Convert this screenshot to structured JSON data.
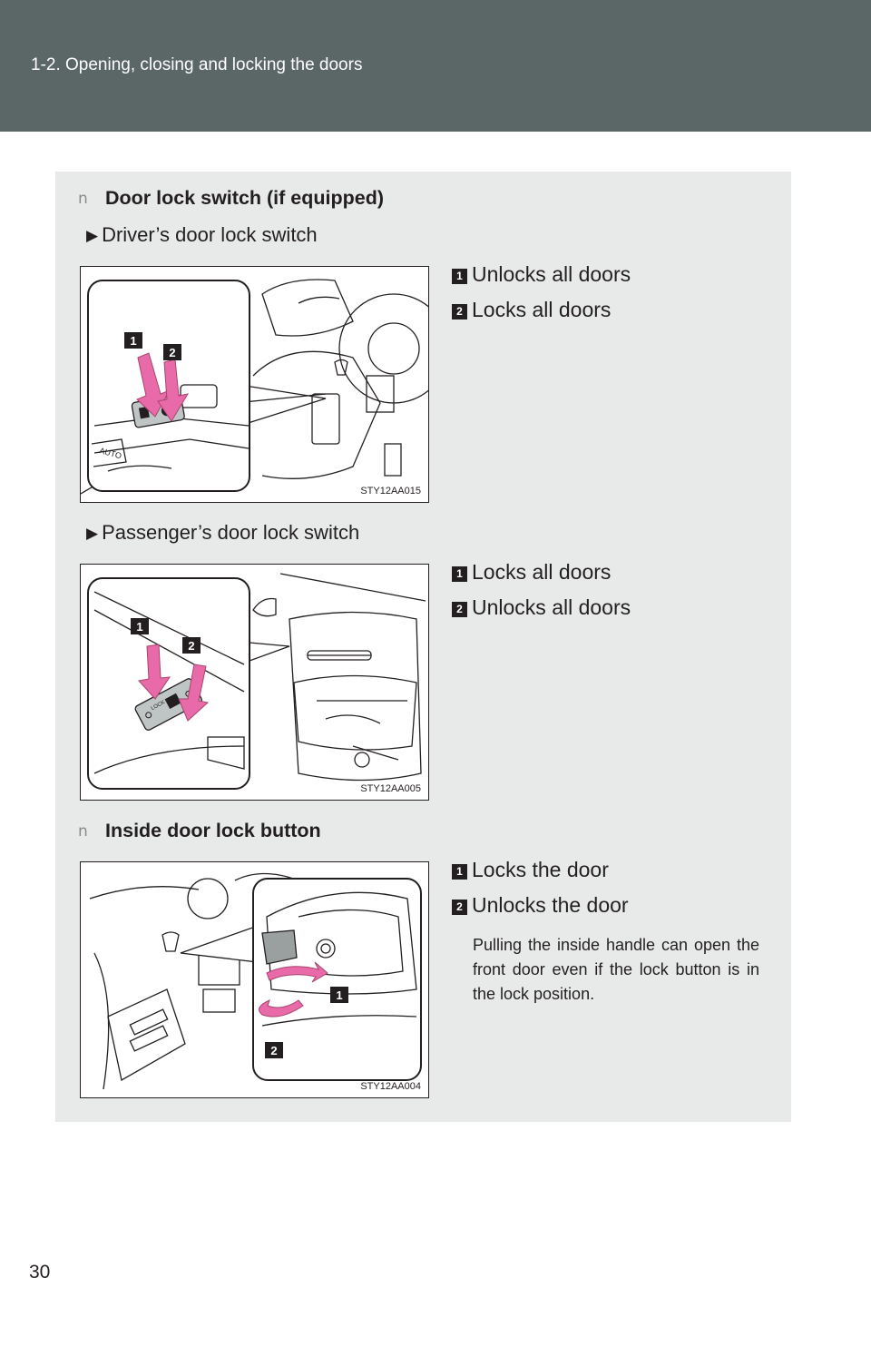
{
  "header": {
    "section_title": "1-2. Opening, closing and locking the doors"
  },
  "section1": {
    "bullet": "n",
    "heading": "Door lock switch (if equipped)",
    "driver": {
      "label": "Driver’s door lock switch",
      "figure_code": "STY12AA015",
      "items": [
        {
          "num": "1",
          "text": "Unlocks all doors"
        },
        {
          "num": "2",
          "text": "Locks all doors"
        }
      ]
    },
    "passenger": {
      "label": "Passenger’s door lock switch",
      "figure_code": "STY12AA005",
      "items": [
        {
          "num": "1",
          "text": "Locks all doors"
        },
        {
          "num": "2",
          "text": "Unlocks all doors"
        }
      ]
    }
  },
  "section2": {
    "bullet": "n",
    "heading": "Inside door lock button",
    "figure_code": "STY12AA004",
    "items": [
      {
        "num": "1",
        "text": "Locks the door"
      },
      {
        "num": "2",
        "text": "Unlocks the door"
      }
    ],
    "note": "Pulling the inside handle can open the front door even if the lock button is in the lock position."
  },
  "figure_callouts": {
    "one": "1",
    "two": "2",
    "lock_text": "LOCK",
    "auto_text": "AUTO"
  },
  "page_number": "30",
  "colors": {
    "header_bg": "#5b6667",
    "panel_bg": "#e8eaea",
    "arrow_pink": "#e86aa8"
  }
}
